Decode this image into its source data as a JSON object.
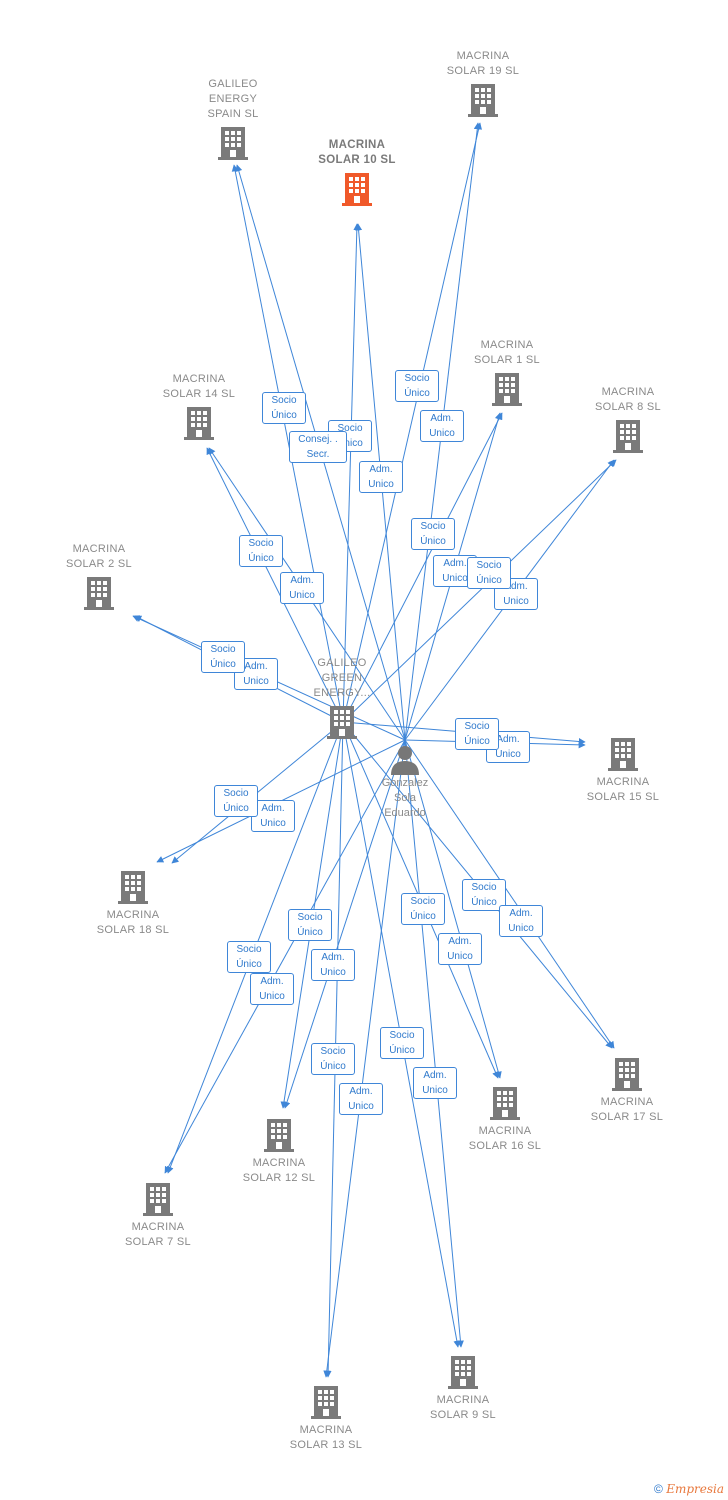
{
  "colors": {
    "edge": "#3f86d8",
    "node": "#8a8a8a",
    "focus": "#f0592a"
  },
  "hub_company": {
    "name": "GALILEO\nGREEN\nENERGY..."
  },
  "person": {
    "name": "Gonzalez\nSola\nEduardo",
    "icon": "person-icon"
  },
  "companies": [
    {
      "id": "galileo-energy-spain",
      "name": "GALILEO\nENERGY\nSPAIN  SL"
    },
    {
      "id": "macrina-10",
      "name": "MACRINA\nSOLAR 10  SL",
      "focus": true
    },
    {
      "id": "macrina-19",
      "name": "MACRINA\nSOLAR 19  SL"
    },
    {
      "id": "macrina-1",
      "name": "MACRINA\nSOLAR 1  SL"
    },
    {
      "id": "macrina-14",
      "name": "MACRINA\nSOLAR 14  SL"
    },
    {
      "id": "macrina-8",
      "name": "MACRINA\nSOLAR 8  SL"
    },
    {
      "id": "macrina-2",
      "name": "MACRINA\nSOLAR 2  SL"
    },
    {
      "id": "macrina-15",
      "name": "MACRINA\nSOLAR 15  SL"
    },
    {
      "id": "macrina-18",
      "name": "MACRINA\nSOLAR 18  SL"
    },
    {
      "id": "macrina-17",
      "name": "MACRINA\nSOLAR 17  SL"
    },
    {
      "id": "macrina-16",
      "name": "MACRINA\nSOLAR 16  SL"
    },
    {
      "id": "macrina-12",
      "name": "MACRINA\nSOLAR 12  SL"
    },
    {
      "id": "macrina-7",
      "name": "MACRINA\nSOLAR 7  SL"
    },
    {
      "id": "macrina-13",
      "name": "MACRINA\nSOLAR 13  SL"
    },
    {
      "id": "macrina-9",
      "name": "MACRINA\nSOLAR 9  SL"
    }
  ],
  "relation_labels": {
    "socio_unico": "Socio\nÚnico",
    "adm_unico": "Adm.\nUnico",
    "consej_secr": "Consej. .\nSecr."
  },
  "footer": {
    "copyright": "©",
    "brand": "Empresia"
  }
}
